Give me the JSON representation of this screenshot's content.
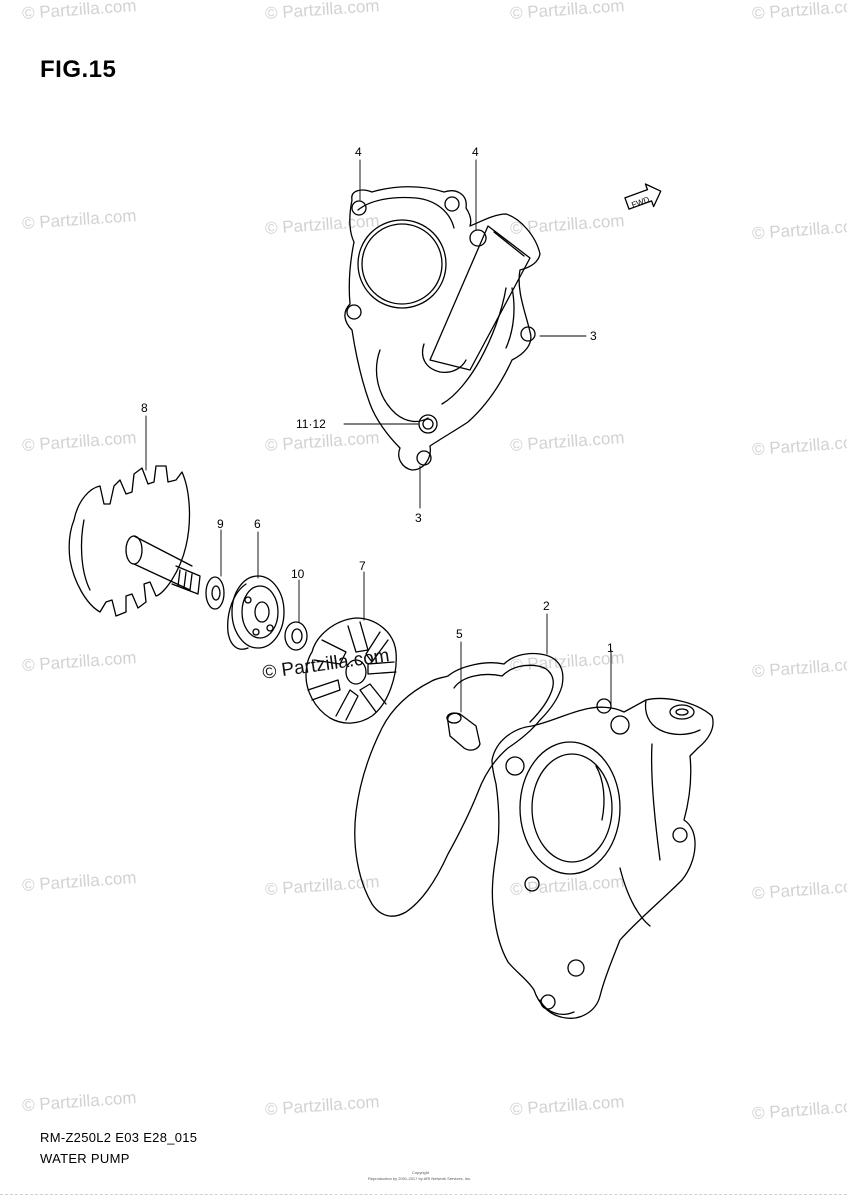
{
  "figure": {
    "title": "FIG.15"
  },
  "watermark": "© Partzilla.com",
  "center_watermark": "© Partzilla.com",
  "callouts": {
    "c1": "1",
    "c2": "2",
    "c3a": "3",
    "c3b": "3",
    "c4a": "4",
    "c4b": "4",
    "c5": "5",
    "c6": "6",
    "c7": "7",
    "c8": "8",
    "c9": "9",
    "c10": "10",
    "c11_12": "11·12"
  },
  "fwd_label": "FWD",
  "footer": {
    "code": "RM-Z250L2 E03 E28_015",
    "name": "WATER PUMP"
  },
  "copyright": {
    "line1": "Copyright",
    "line2": "Reproduction by 2001-2017 by ARI Network Services, Inc."
  }
}
